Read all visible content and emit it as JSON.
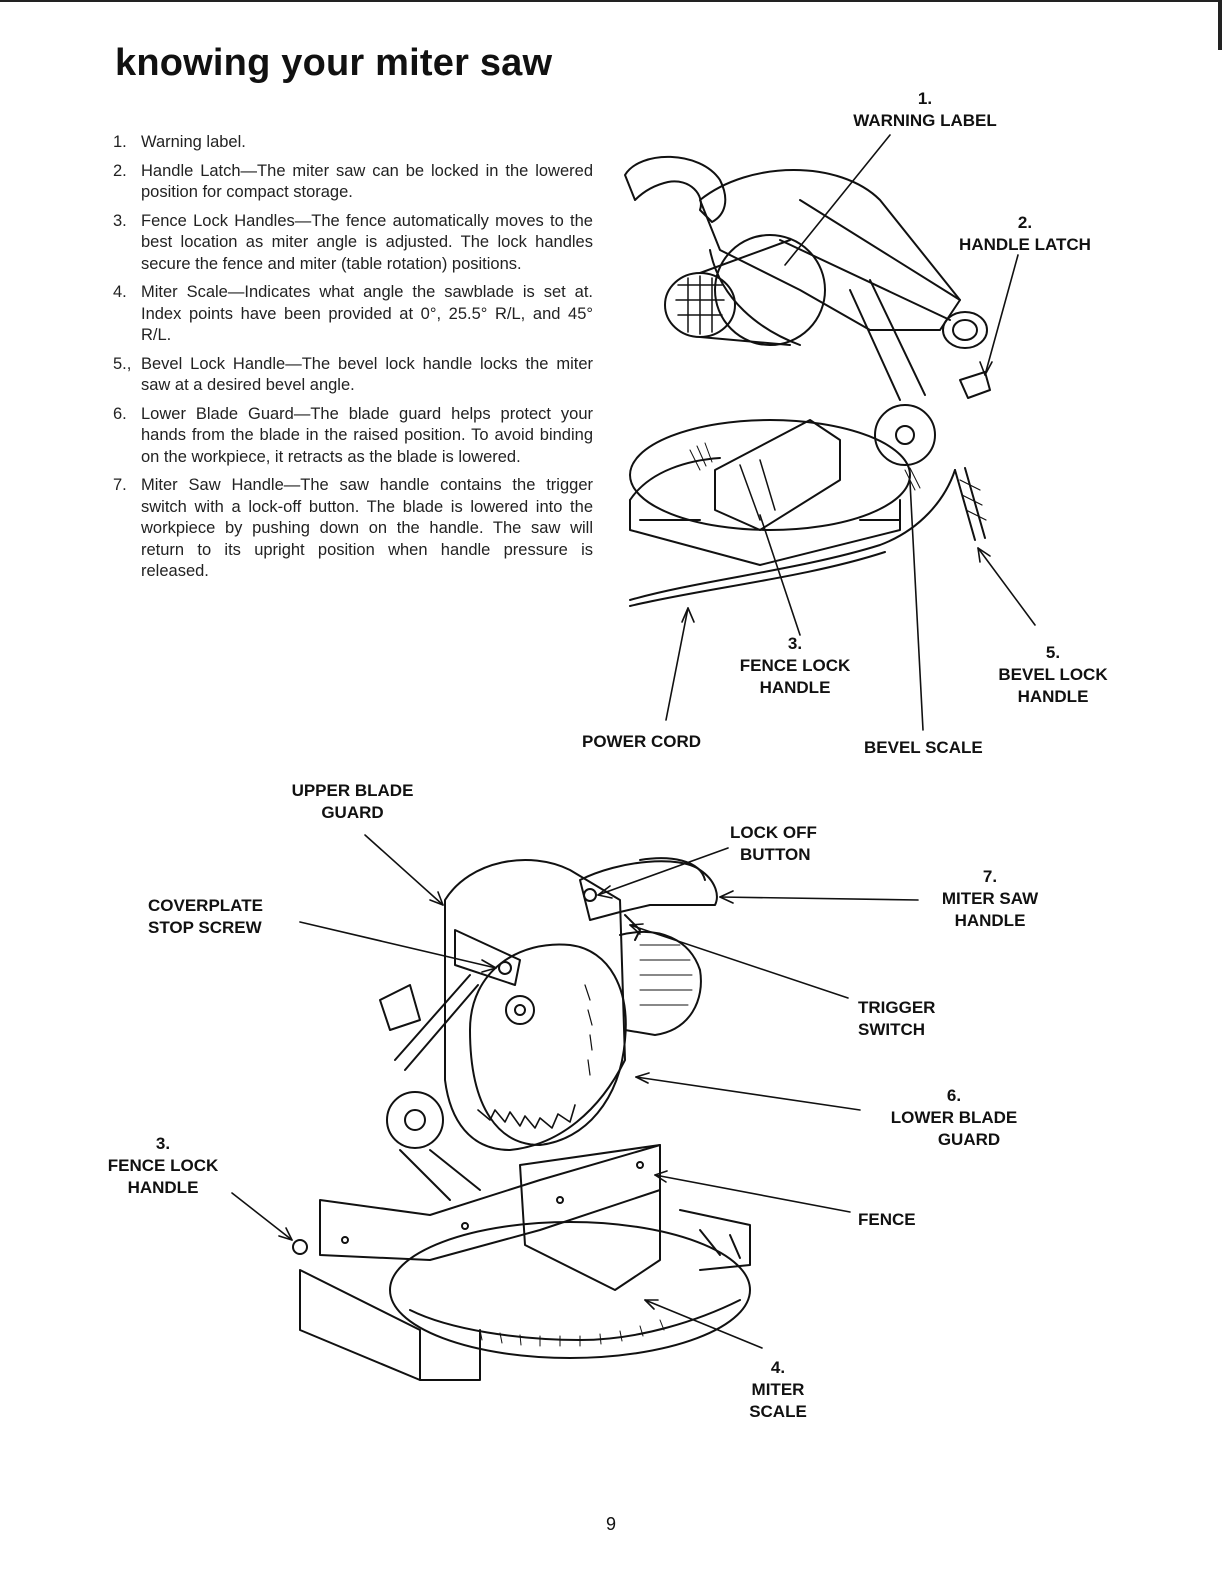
{
  "page": {
    "title": "knowing your miter saw",
    "page_number": "9"
  },
  "list_items": [
    {
      "num": "1.",
      "text": "Warning label."
    },
    {
      "num": "2.",
      "text": "Handle Latch—The miter saw can be locked in the lowered position for compact storage."
    },
    {
      "num": "3.",
      "text": "Fence Lock Handles—The fence automatically moves to the best location as miter angle is adjusted. The lock handles secure the fence and miter (table rotation) positions."
    },
    {
      "num": "4.",
      "text": "Miter Scale—Indicates what angle the sawblade is set at. Index points have been provided at 0°, 25.5° R/L, and 45° R/L."
    },
    {
      "num": "5.,",
      "text": "Bevel Lock Handle—The bevel lock handle locks the miter saw at a desired bevel angle."
    },
    {
      "num": "6.",
      "text": "Lower Blade Guard—The blade guard helps protect your hands from the blade in the raised position. To avoid binding on the workpiece, it retracts as the blade is lowered."
    },
    {
      "num": "7.",
      "text": "Miter Saw Handle—The saw handle contains the trigger switch with a lock-off button. The blade is lowered into the workpiece by pushing down on the handle. The saw will return to its upright position when handle pressure is released."
    }
  ],
  "top_diagram": {
    "warning_label": {
      "num": "1.",
      "text": "WARNING LABEL"
    },
    "handle_latch": {
      "num": "2.",
      "text": "HANDLE LATCH"
    },
    "fence_lock_handle": {
      "num": "3.",
      "line1": "FENCE LOCK",
      "line2": "HANDLE"
    },
    "bevel_lock_handle": {
      "num": "5.",
      "line1": "BEVEL LOCK",
      "line2": "HANDLE"
    },
    "power_cord": "POWER CORD",
    "bevel_scale": "BEVEL SCALE"
  },
  "bottom_diagram": {
    "upper_blade_guard": {
      "line1": "UPPER BLADE",
      "line2": "GUARD"
    },
    "lock_off_button": {
      "line1": "LOCK OFF",
      "line2": "BUTTON"
    },
    "coverplate_stop_screw": {
      "line1": "COVERPLATE",
      "line2": "STOP SCREW"
    },
    "miter_saw_handle": {
      "num": "7.",
      "line1": "MITER SAW",
      "line2": "HANDLE"
    },
    "trigger_switch": {
      "line1": "TRIGGER",
      "line2": "SWITCH"
    },
    "lower_blade_guard": {
      "num": "6.",
      "line1": "LOWER BLADE",
      "line2": "GUARD"
    },
    "fence_lock_handle": {
      "num": "3.",
      "line1": "FENCE LOCK",
      "line2": "HANDLE"
    },
    "fence": "FENCE",
    "miter_scale": {
      "num": "4.",
      "line1": "MITER",
      "line2": "SCALE"
    }
  }
}
